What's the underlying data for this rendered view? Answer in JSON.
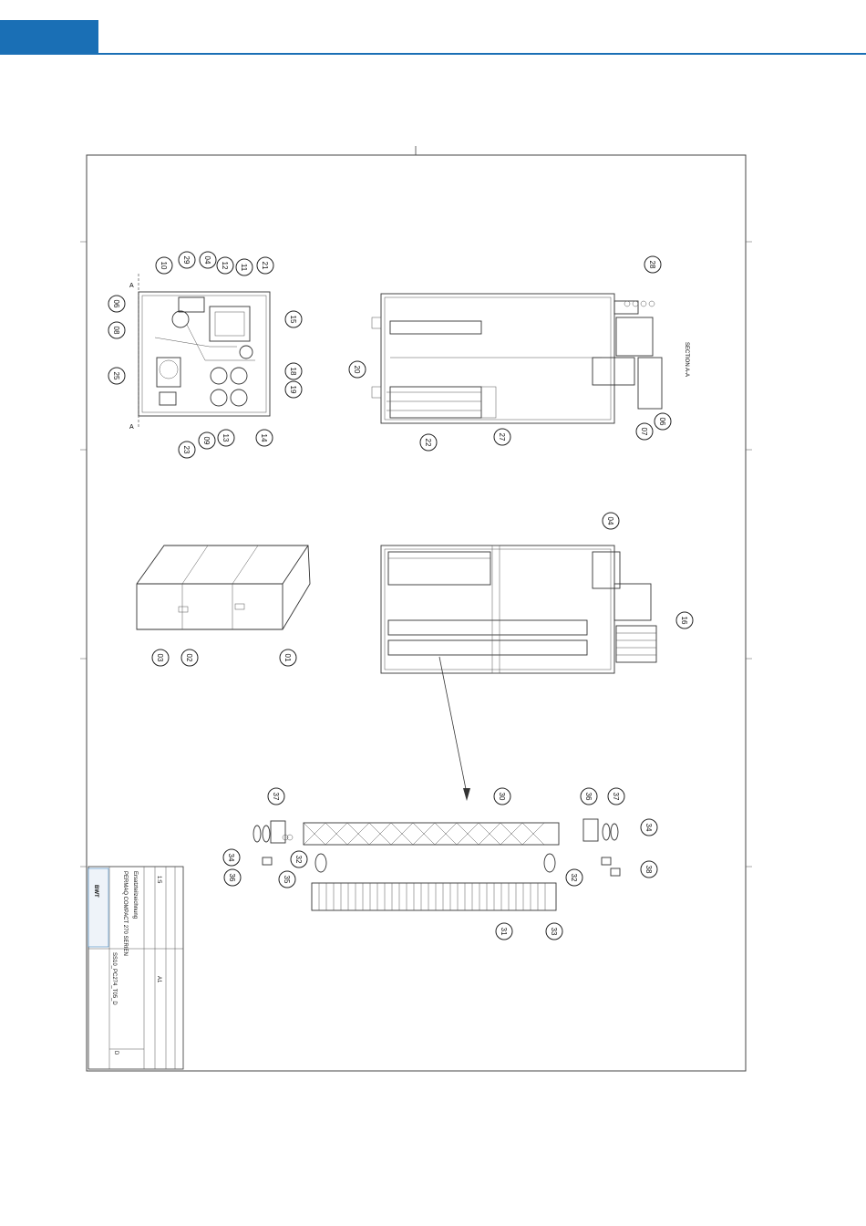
{
  "colors": {
    "brand": "#1a6fb5",
    "line": "#333333"
  },
  "title_block": {
    "title": "PERMAQ COMPACT 270 SERIEN",
    "subtitle": "Ersatzteilzeichnung",
    "drawing_no": "SS10_PC274_T05_D",
    "revision": "D",
    "scale": "1:5",
    "sheet_size": "A1",
    "company": "BWT",
    "view_label": "SECTION A-A"
  },
  "callouts": {
    "c10": "10",
    "c29": "29",
    "c04a": "04",
    "c12": "12",
    "c11": "11",
    "c21": "21",
    "c06a": "06",
    "c08": "08",
    "c25": "25",
    "c15": "15",
    "c18": "18",
    "c19": "19",
    "c23": "23",
    "c09": "09",
    "c13": "13",
    "c14": "14",
    "c28": "28",
    "c20": "20",
    "c22": "22",
    "c27": "27",
    "c07": "07",
    "c06b": "06",
    "c03": "03",
    "c02": "02",
    "c01": "01",
    "c04b": "04",
    "c16": "16",
    "c37a": "37",
    "c30": "30",
    "c36a": "36",
    "c37b": "37",
    "c34a": "34",
    "c32a": "32",
    "c35": "35",
    "c36b": "36",
    "c34b": "34",
    "c32b": "32",
    "c38": "38",
    "c31": "31",
    "c33": "33"
  }
}
